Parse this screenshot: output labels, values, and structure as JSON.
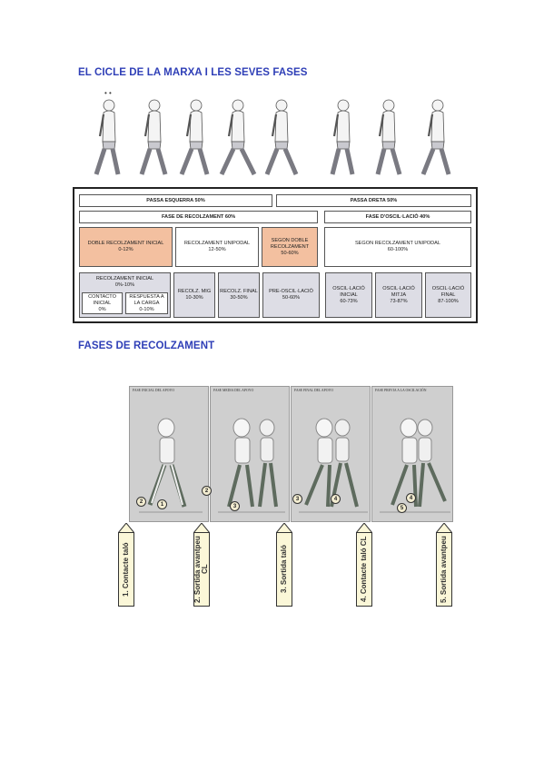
{
  "headings": {
    "gait_cycle": "EL CICLE DE LA MARXA I LES SEVES FASES",
    "stance_phases": "FASES DE RECOLZAMENT"
  },
  "figure_dots": "• •",
  "table": {
    "row1": {
      "left": "PASSA ESQUERRA 50%",
      "right": "PASSA DRETA 50%"
    },
    "row2": {
      "left": "FASE DE RECOLZAMENT 60%",
      "right": "FASE D'OSCIL·LACIÓ 40%"
    },
    "row3": [
      {
        "title": "DOBLE RECOLZAMENT INICIAL",
        "range": "0-12%"
      },
      {
        "title": "RECOLZAMENT UNIPODAL",
        "range": "12-50%"
      },
      {
        "title": "SEGON DOBLE RECOLZAMENT",
        "range": "50-60%"
      },
      {
        "title": "SEGON RECOLZAMENT UNIPODAL",
        "range": "60-100%"
      }
    ],
    "row4": {
      "initial": {
        "title": "RECOLZAMENT INICIAL",
        "range": "0%-10%"
      },
      "contact": {
        "title": "CONTACTO INICIAL",
        "range": "0%"
      },
      "load": {
        "title": "RESPUESTA A LA CARGA",
        "range": "0-10%"
      },
      "mid": {
        "title": "RECOLZ. MIG",
        "range": "10-30%"
      },
      "final": {
        "title": "RECOLZ. FINAL",
        "range": "30-50%"
      },
      "pre_swing": {
        "title": "PRE-OSCIL·LACIÓ",
        "range": "50-60%"
      },
      "swing_initial": {
        "title": "OSCIL·LACIÓ INICIAL",
        "range": "60-73%"
      },
      "swing_mid": {
        "title": "OSCIL·LACIÓ MITJA",
        "range": "73-87%"
      },
      "swing_final": {
        "title": "OSCIL·LACIÓ FINAL",
        "range": "87-100%"
      }
    }
  },
  "phase_panels": [
    {
      "title": "FASE INICIAL DEL APOYO"
    },
    {
      "title": "FASE MEDIA DEL APOYO"
    },
    {
      "title": "FASE FINAL DEL APOYO"
    },
    {
      "title": "FASE PREVIA A LA OSCILACIÓN"
    }
  ],
  "badges": [
    "2",
    "1",
    "2",
    "3",
    "3",
    "4",
    "5",
    "4"
  ],
  "callouts": [
    "1. Contacte taló",
    "2. Sortida avantpeu CL",
    "3. Sortida taló",
    "4. Contacte taló CL",
    "5. Sortida avantpeu"
  ],
  "colors": {
    "heading": "#2f3fb7",
    "orange_cell": "#f3c0a0",
    "grey_cell": "#dddde5",
    "callout_fill": "#fbf7d8"
  }
}
